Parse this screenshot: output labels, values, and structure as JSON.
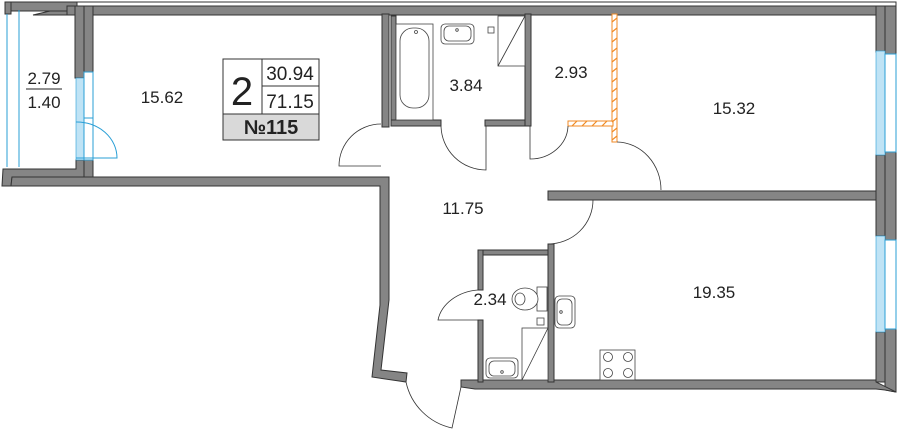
{
  "apartment": {
    "rooms_count": "2",
    "living_area": "30.94",
    "total_area": "71.15",
    "number": "№115"
  },
  "rooms": [
    {
      "id": "living-room",
      "area": "15.62"
    },
    {
      "id": "bathroom",
      "area": "3.84"
    },
    {
      "id": "closet",
      "area": "2.93"
    },
    {
      "id": "bedroom",
      "area": "15.32"
    },
    {
      "id": "hallway",
      "area": "11.75"
    },
    {
      "id": "toilet",
      "area": "2.34"
    },
    {
      "id": "kitchen",
      "area": "19.35"
    }
  ],
  "balcony": {
    "area_full": "2.79",
    "area_reduced": "1.40"
  },
  "colors": {
    "wall": "#858585",
    "window": "#2a9fd6",
    "partition_highlight": "#f08a24",
    "badge_fill": "#d9d9d9"
  }
}
